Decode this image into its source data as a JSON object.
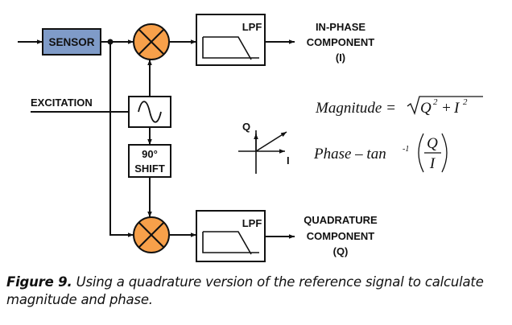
{
  "diagram": {
    "sensor_label": "SENSOR",
    "excitation_label": "EXCITATION",
    "shift_label_line1": "90°",
    "shift_label_line2": "SHIFT",
    "lpf_top_label": "LPF",
    "lpf_bottom_label": "LPF",
    "inphase_line1": "IN-PHASE",
    "inphase_line2": "COMPONENT",
    "inphase_line3": "(I)",
    "quadrature_line1": "QUADRATURE",
    "quadrature_line2": "COMPONENT",
    "quadrature_line3": "(Q)",
    "vector_q_label": "Q",
    "vector_i_label": "I",
    "magnitude_prefix": "Magnitude =",
    "magnitude_q": "Q",
    "magnitude_plus": "+",
    "magnitude_i": "I",
    "exponent": "2",
    "phase_prefix": "Phase – tan",
    "phase_exponent": "-1",
    "phase_numerator": "Q",
    "phase_denominator": "I"
  },
  "caption": {
    "figure_label": "Figure 9.",
    "text": "Using a quadrature version of the reference signal to calculate magnitude and phase."
  },
  "colors": {
    "sensor_fill": "#7f9bc8",
    "mixer_fill": "#f7a04a",
    "line": "#111111"
  }
}
